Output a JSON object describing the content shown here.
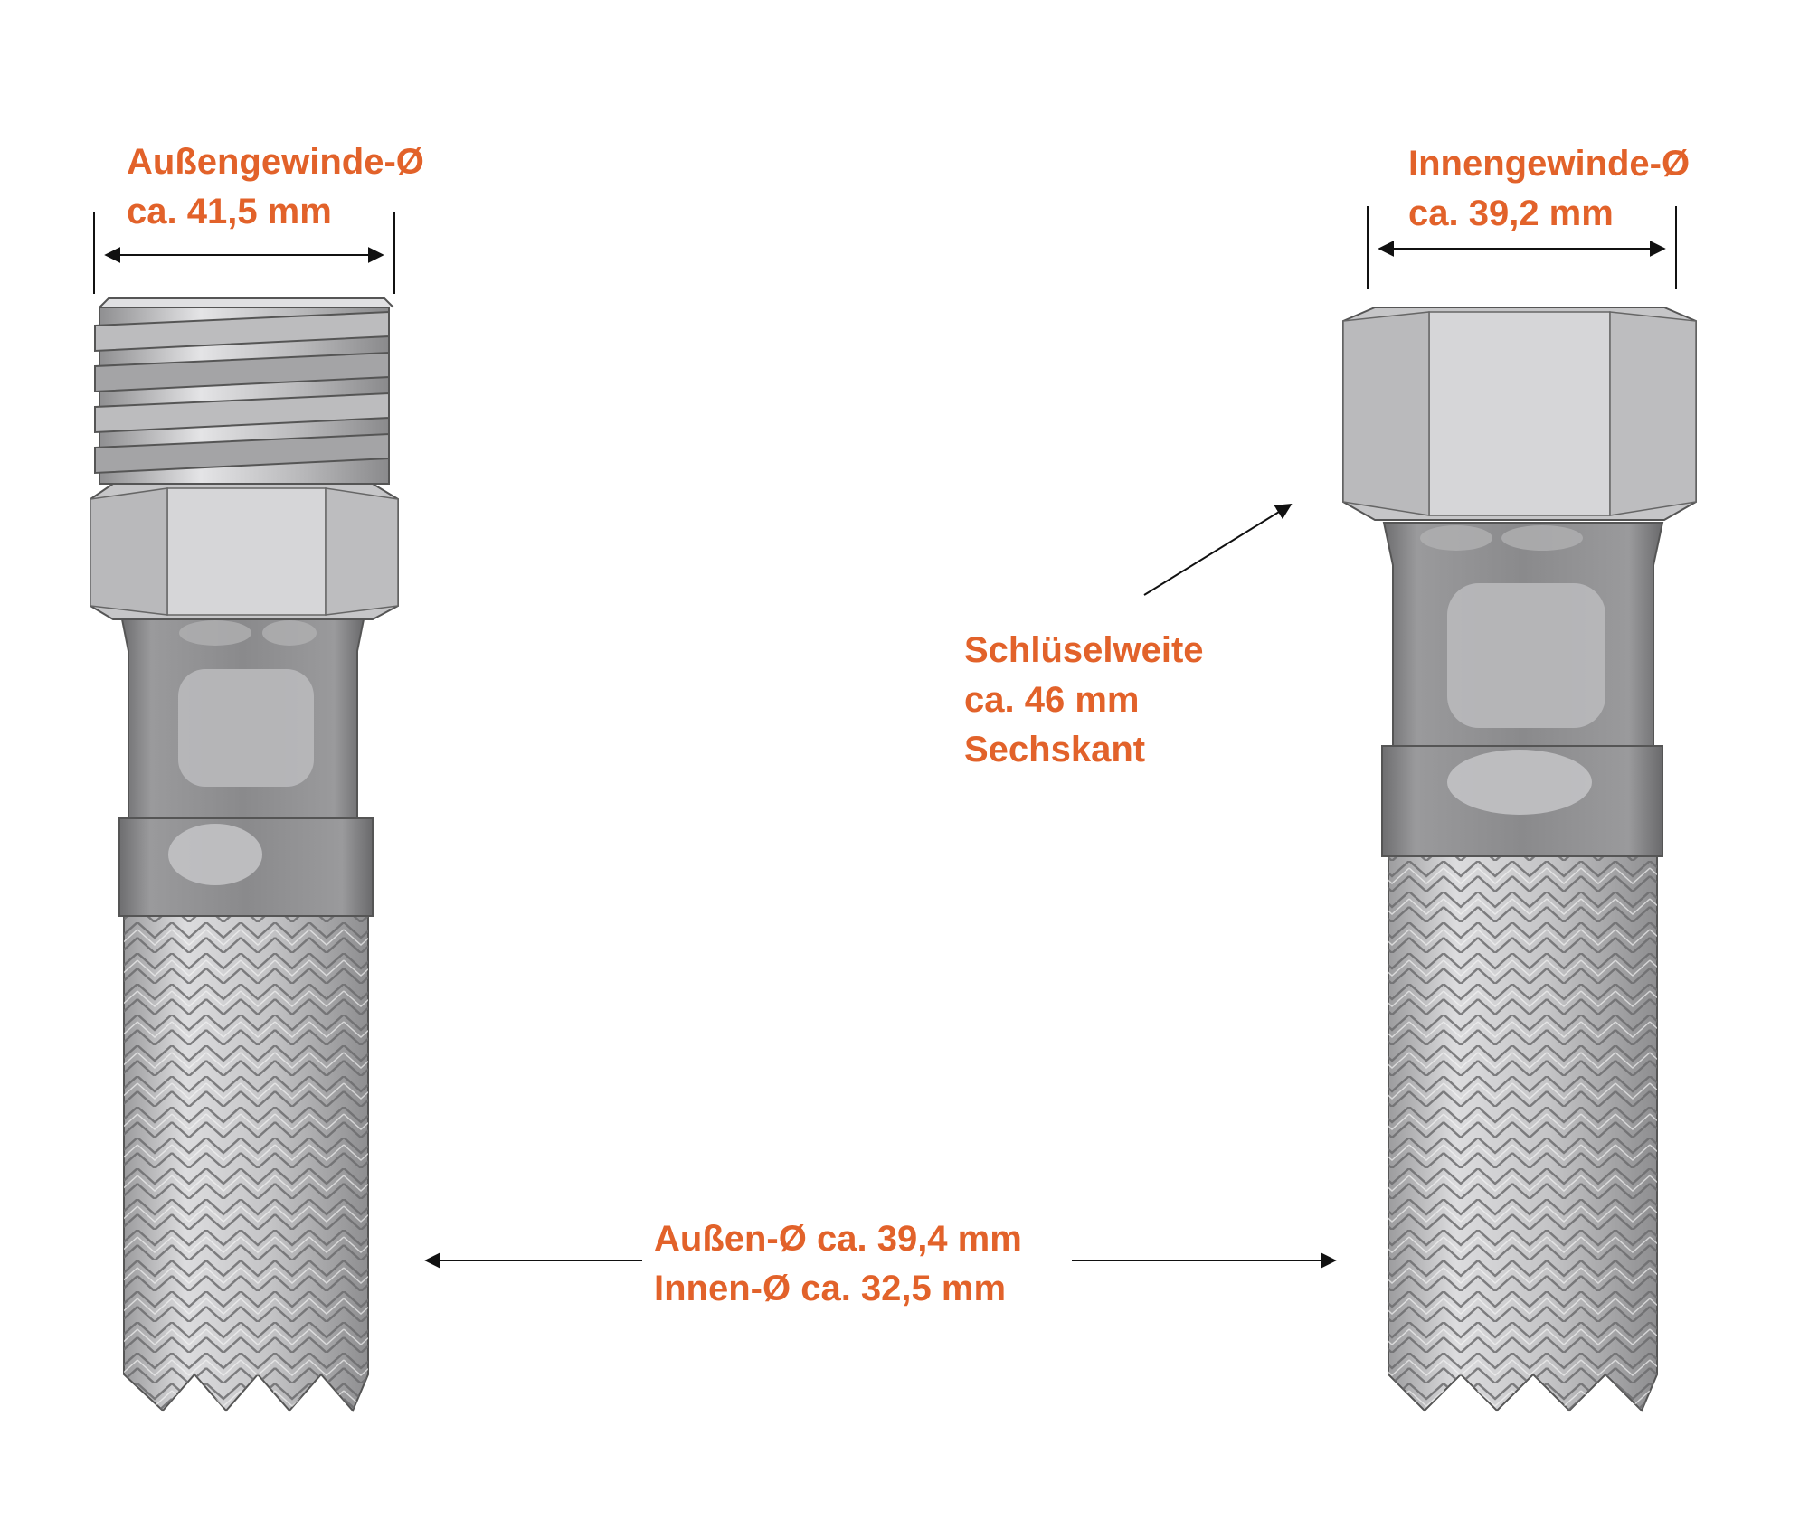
{
  "labels": {
    "male_thread_title": "Außengewinde-Ø",
    "male_thread_value": "ca. 41,5 mm",
    "female_thread_title": "Innengewinde-Ø",
    "female_thread_value": "ca. 39,2 mm",
    "wrench_title": "Schlüselweite",
    "wrench_value": "ca. 46 mm",
    "wrench_shape": "Sechskant",
    "hose_outer": "Außen-Ø ca. 39,4 mm",
    "hose_inner": "Innen-Ø ca. 32,5 mm"
  },
  "colors": {
    "label": "#e2622a",
    "line": "#111111",
    "metal_light": "#d4d4d6",
    "metal_mid": "#a9a9ab",
    "metal_dark": "#7c7c7e",
    "ferrule": "#8a8a8c",
    "braid": "#c9c9cb"
  },
  "icons": {
    "left_fitting": "male-thread-hose-fitting",
    "right_fitting": "female-nut-hose-fitting"
  }
}
